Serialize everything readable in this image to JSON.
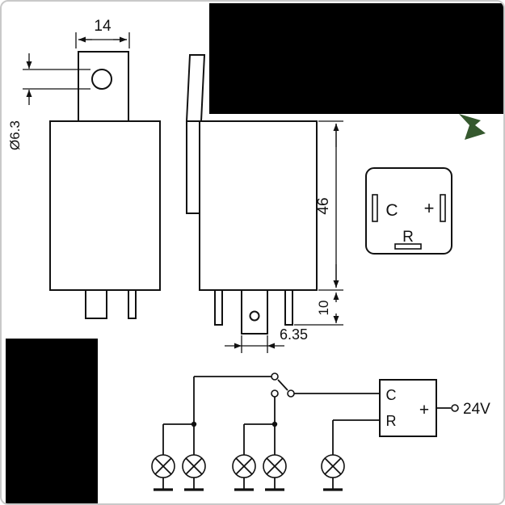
{
  "drawing": {
    "side_view": {
      "tab_width": "14",
      "hole_diameter": "Ø6.3"
    },
    "front_view": {
      "body_height": "46",
      "pin_length": "10",
      "pin_width": "6.35"
    }
  },
  "pinout_plate": {
    "left_terminal": "C",
    "right_terminal": "+",
    "bottom_terminal": "R"
  },
  "circuit": {
    "relay_label_top": "C",
    "relay_label_bottom": "R",
    "relay_label_plus": "+",
    "supply_voltage": "24V"
  },
  "colors": {
    "line": "#111111",
    "redaction": "#000000",
    "accent_green": "#35582e",
    "border": "#c9c9c9"
  }
}
